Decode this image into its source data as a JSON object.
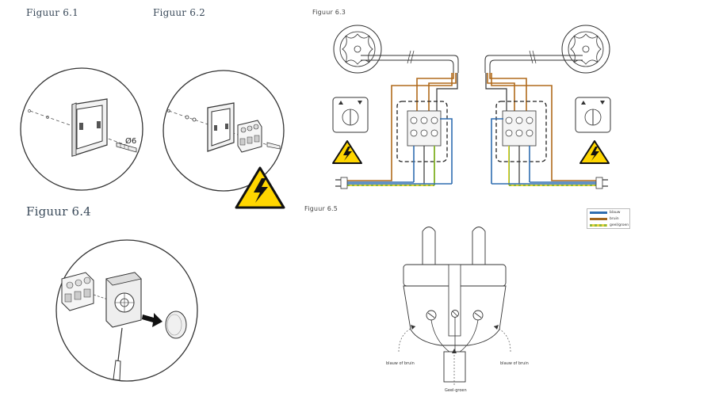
{
  "figures": {
    "fig61": {
      "title": "Figuur 6.1",
      "dimension_label": "Ø6"
    },
    "fig62": {
      "title": "Figuur 6.2"
    },
    "fig63": {
      "title": "Figuur 6.3"
    },
    "fig64": {
      "title": "Figuur 6.4"
    },
    "fig65": {
      "title": "Figuur 6.5",
      "label_left": "blauw of bruin",
      "label_right": "blauw of bruin",
      "label_bottom": "Geel-groen"
    }
  },
  "legend": {
    "items": [
      {
        "label": "blauw",
        "color": "#2f6db0"
      },
      {
        "label": "bruin",
        "color": "#a0651e"
      },
      {
        "label": "geel/groen",
        "color": "#8db83a"
      }
    ]
  },
  "colors": {
    "wire_blue": "#2f6db0",
    "wire_brown": "#b06a1c",
    "wire_yellow_green": "#8db83a",
    "warning_yellow": "#ffd600",
    "line": "#444444"
  },
  "icons": [
    "warning-triangle-icon",
    "thermostat-knob-icon",
    "plug-icon",
    "screwdriver-icon",
    "arrow-right-icon"
  ]
}
